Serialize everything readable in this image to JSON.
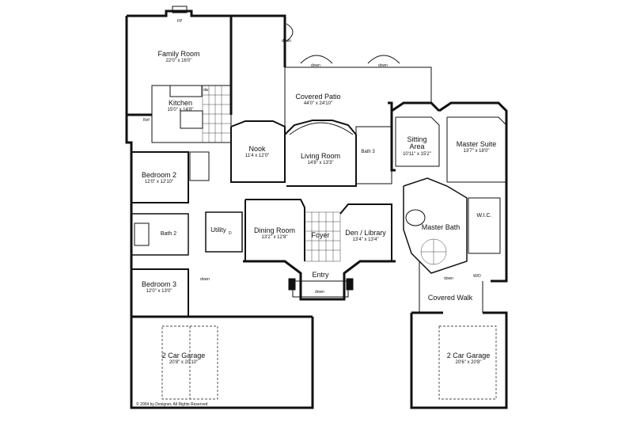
{
  "rooms": {
    "family": {
      "name": "Family Room",
      "dims": "22'0\" x 16'0\""
    },
    "kitchen": {
      "name": "Kitchen",
      "dims": "15'0\" x 14'8\""
    },
    "patio": {
      "name": "Covered Patio",
      "dims": "44'0\" x 24'10\""
    },
    "nook": {
      "name": "Nook",
      "dims": "11'4 x 12'0\""
    },
    "living": {
      "name": "Living Room",
      "dims": "14'8\" x 13'3\""
    },
    "bath3": {
      "name": "Bath 3"
    },
    "sitting": {
      "name": "Sitting Area",
      "dims": "10'11\" x 15'2\""
    },
    "master": {
      "name": "Master Suite",
      "dims": "13'7\" x 18'0\""
    },
    "bed2": {
      "name": "Bedroom 2",
      "dims": "12'0\" x 12'10\""
    },
    "utility": {
      "name": "Utility"
    },
    "dining": {
      "name": "Dining Room",
      "dims": "13'2\" x 12'8\""
    },
    "foyer": {
      "name": "Foyer"
    },
    "den": {
      "name": "Den / Library",
      "dims": "13'4\" x 13'4\""
    },
    "wic": {
      "name": "W.I.C."
    },
    "masterbath": {
      "name": "Master Bath"
    },
    "bath2": {
      "name": "Bath 2"
    },
    "bed3": {
      "name": "Bedroom 3",
      "dims": "12'0\" x 13'0\""
    },
    "entry": {
      "name": "Entry"
    },
    "walk": {
      "name": "Covered Walk"
    },
    "garage1": {
      "name": "2 Car Garage",
      "dims": "20'8\" x 20'10\""
    },
    "garage2": {
      "name": "2 Car Garage",
      "dims": "20'6\" x 20'8\""
    }
  },
  "marks": {
    "fp": "FP",
    "ref": "Ref",
    "dw": "dw",
    "wd": "W/D",
    "down": "down",
    "d": "D"
  },
  "copyright": "© 2004 by Designer, All Rights Reserved"
}
